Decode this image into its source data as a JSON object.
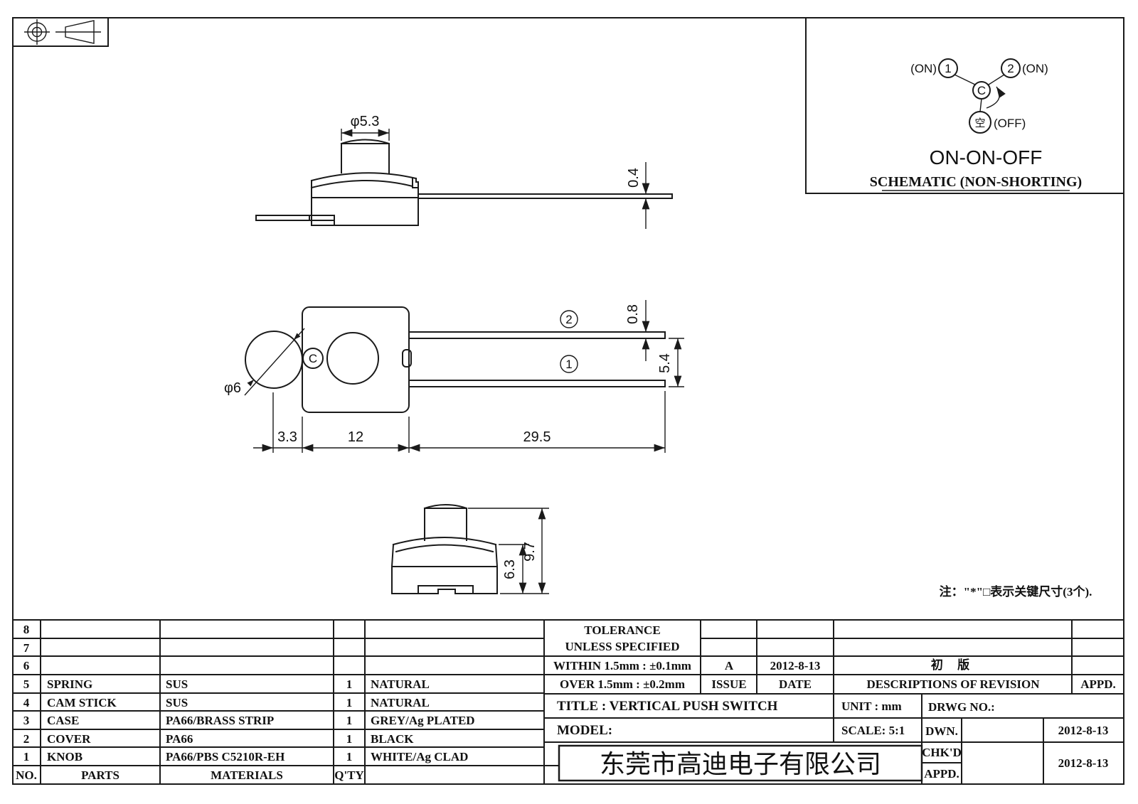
{
  "dims": {
    "knob_dia": "φ5.3",
    "lever_dia": "φ6",
    "term_thickness_side": "0.4",
    "term_thickness_top": "0.8",
    "term_gap": "5.4",
    "lever_offset": "3.3",
    "body_width": "12",
    "term_length": "29.5",
    "case_height": "6.3",
    "total_height": "9.7"
  },
  "view_labels": {
    "common": "C",
    "terminal1": "1",
    "terminal2": "2"
  },
  "schematic": {
    "on_left": "(ON)",
    "on_right": "(ON)",
    "off": "(OFF)",
    "n1": "1",
    "n2": "2",
    "c": "C",
    "empty": "空",
    "title": "ON-ON-OFF",
    "subtitle": "SCHEMATIC (NON-SHORTING)"
  },
  "note": "注：\"*\"□表示关键尺寸(3个).",
  "table": {
    "rows": [
      {
        "no": "8",
        "part": "",
        "mat": "",
        "qty": "",
        "color": ""
      },
      {
        "no": "7",
        "part": "",
        "mat": "",
        "qty": "",
        "color": ""
      },
      {
        "no": "6",
        "part": "",
        "mat": "",
        "qty": "",
        "color": ""
      },
      {
        "no": "5",
        "part": "SPRING",
        "mat": "SUS",
        "qty": "1",
        "color": "NATURAL"
      },
      {
        "no": "4",
        "part": "CAM STICK",
        "mat": "SUS",
        "qty": "1",
        "color": "NATURAL"
      },
      {
        "no": "3",
        "part": "CASE",
        "mat": "PA66/BRASS STRIP",
        "qty": "1",
        "color": "GREY/Ag PLATED"
      },
      {
        "no": "2",
        "part": "COVER",
        "mat": "PA66",
        "qty": "1",
        "color": "BLACK"
      },
      {
        "no": "1",
        "part": "KNOB",
        "mat": "PA66/PBS C5210R-EH",
        "qty": "1",
        "color": "WHITE/Ag CLAD"
      }
    ],
    "footer": {
      "no": "NO.",
      "parts": "PARTS",
      "materials": "MATERIALS",
      "qty": "Q'TY"
    }
  },
  "tb": {
    "tol1": "TOLERANCE",
    "tol2": "UNLESS  SPECIFIED",
    "within": "WITHIN 1.5mm : ±0.1mm",
    "over": "OVER 1.5mm : ±0.2mm",
    "issue_val": "A",
    "issue": "ISSUE",
    "date_val": "2012-8-13",
    "date": "DATE",
    "rev": "初 版",
    "rev_label": "DESCRIPTIONS OF REVISION",
    "appd": "APPD.",
    "title": "TITLE :  VERTICAL PUSH SWITCH",
    "unit": "UNIT :  mm",
    "drwg": "DRWG NO.:",
    "model": "MODEL:",
    "scale": "SCALE:  5:1",
    "dwn": "DWN.",
    "chkd": "CHK'D",
    "appd2": "APPD.",
    "dwn_date": "2012-8-13",
    "chkd_date": "2012-8-13",
    "company": "东莞市高迪电子有限公司"
  }
}
